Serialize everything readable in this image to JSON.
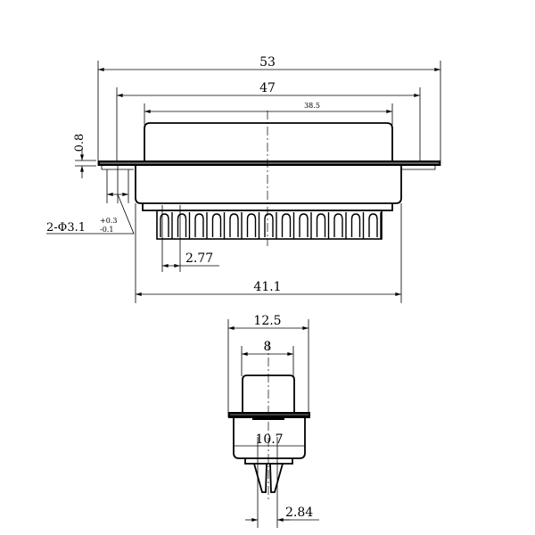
{
  "front_view": {
    "dim_overall": "53",
    "dim_mounting": "47",
    "dim_shell": "38.5",
    "dim_flange_thickness": "0.8",
    "dim_hole_qty": "2-Φ3.1",
    "dim_hole_tol_upper": "+0.3",
    "dim_hole_tol_lower": "-0.1",
    "dim_pin_pitch": "2.77",
    "dim_body": "41.1"
  },
  "side_view": {
    "dim_flange": "12.5",
    "dim_shell": "8",
    "dim_body": "10.7",
    "dim_pin_row": "2.84"
  },
  "colors": {
    "line": "#000000",
    "background": "#ffffff"
  }
}
